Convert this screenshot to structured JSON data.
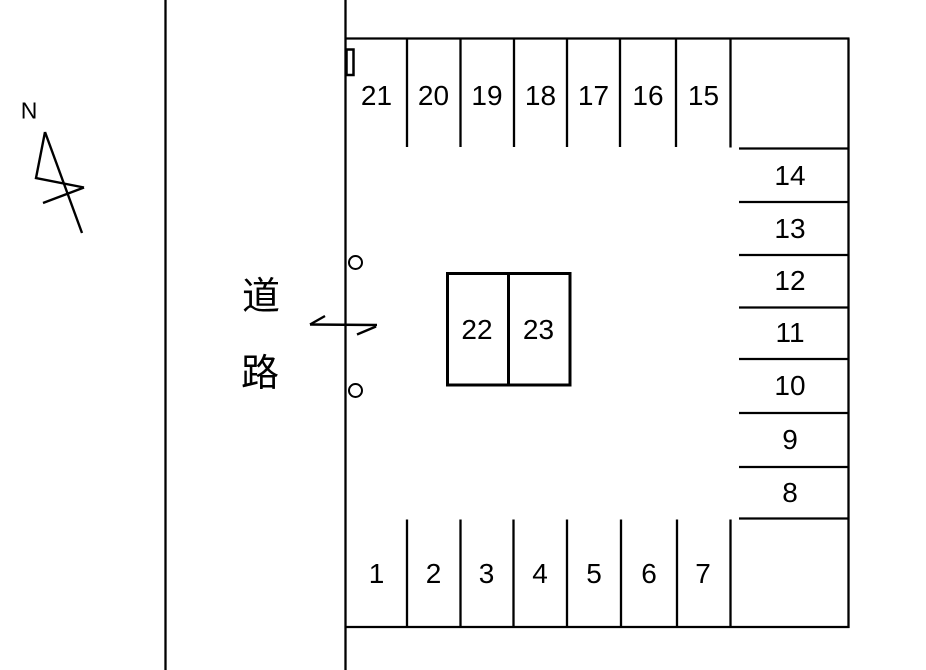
{
  "compass": {
    "label": "N"
  },
  "road": {
    "chars": [
      "道",
      "路"
    ]
  },
  "lot": {
    "top_row": [
      "21",
      "20",
      "19",
      "18",
      "17",
      "16",
      "15"
    ],
    "right_col": [
      "14",
      "13",
      "12",
      "11",
      "10",
      "9",
      "8"
    ],
    "bottom_row": [
      "1",
      "2",
      "3",
      "4",
      "5",
      "6",
      "7"
    ],
    "center": [
      "22",
      "23"
    ]
  },
  "colors": {
    "line": "#000000",
    "background": "#ffffff"
  }
}
